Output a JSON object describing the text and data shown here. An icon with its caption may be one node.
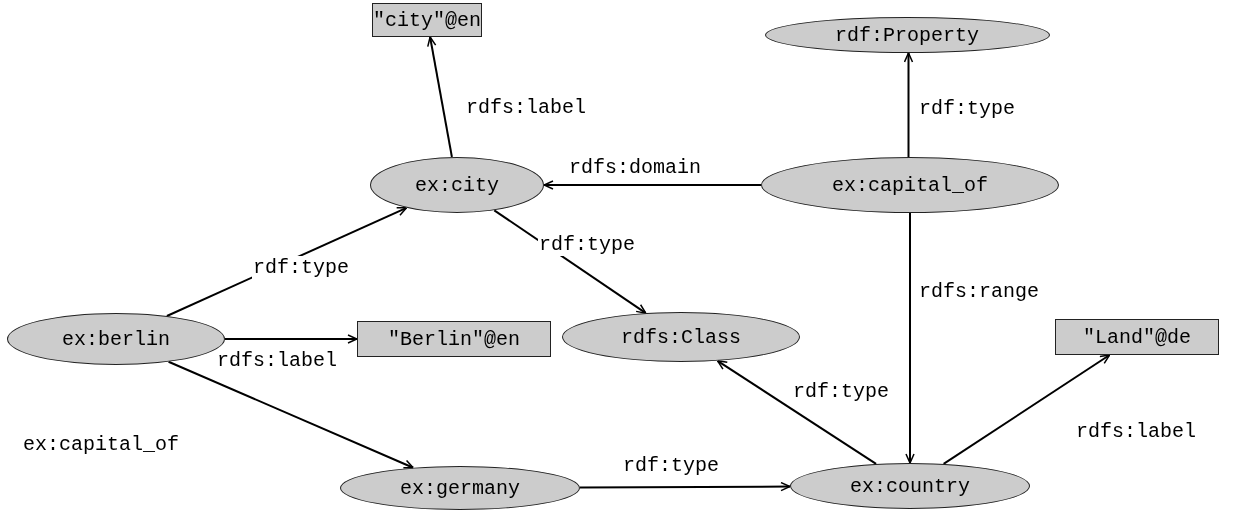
{
  "diagram": {
    "nodes": [
      {
        "text": [
          "\"city\"@en"
        ]
      },
      {
        "text": [
          "rdf:Property"
        ]
      },
      {
        "text": [
          "ex:city"
        ]
      },
      {
        "text": [
          "ex:capital_of"
        ]
      },
      {
        "text": [
          "ex:berlin"
        ]
      },
      {
        "text": [
          "\"Berlin\"@en"
        ]
      },
      {
        "text": [
          "rdfs:Class"
        ]
      },
      {
        "text": [
          "\"Land\"@de"
        ]
      },
      {
        "text": [
          "ex:germany"
        ]
      },
      {
        "text": [
          "ex:country"
        ]
      }
    ],
    "edges": [
      {
        "from": 2,
        "to": 0,
        "arrow": "to",
        "label": "rdfs:label"
      },
      {
        "from": 3,
        "to": 1,
        "arrow": "to",
        "label": "rdf:type"
      },
      {
        "from": 3,
        "to": 2,
        "arrow": "to",
        "label": "rdfs:domain"
      },
      {
        "from": 4,
        "to": 2,
        "arrow": "to",
        "label": "rdf:type"
      },
      {
        "from": 2,
        "to": 6,
        "arrow": "to",
        "label": "rdf:type"
      },
      {
        "from": 4,
        "to": 5,
        "arrow": "to",
        "label": "rdfs:label"
      },
      {
        "from": 3,
        "to": 9,
        "arrow": "to",
        "label": "rdfs:range"
      },
      {
        "from": 9,
        "to": 6,
        "arrow": "to",
        "label": "rdf:type"
      },
      {
        "from": 4,
        "to": 8,
        "arrow": "to",
        "label": "ex:capital_of"
      },
      {
        "from": 8,
        "to": 9,
        "arrow": "to",
        "label": "rdf:type"
      },
      {
        "from": 9,
        "to": 7,
        "arrow": "to",
        "label": "rdfs:label"
      }
    ]
  }
}
